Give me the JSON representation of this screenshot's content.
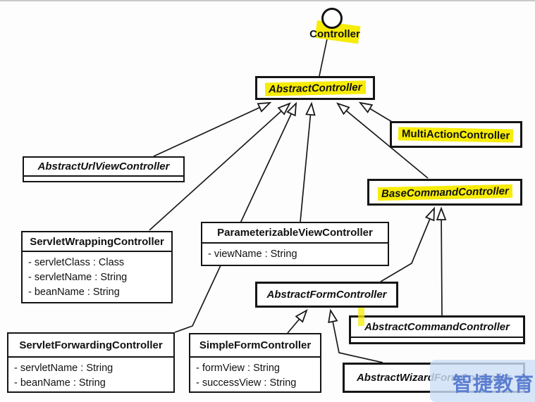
{
  "diagram": {
    "interface": {
      "name": "Controller"
    },
    "classes": {
      "abstract_controller": {
        "name": "AbstractController"
      },
      "multi_action_controller": {
        "name": "MultiActionController"
      },
      "abstract_url_view_controller": {
        "name": "AbstractUrlViewController"
      },
      "base_command_controller": {
        "name": "BaseCommandController"
      },
      "servlet_wrapping_controller": {
        "name": "ServletWrappingController",
        "attributes": [
          "- servletClass : Class",
          "- servletName : String",
          "- beanName : String"
        ]
      },
      "parameterizable_view_controller": {
        "name": "ParameterizableViewController",
        "attributes": [
          "- viewName : String"
        ]
      },
      "abstract_form_controller": {
        "name": "AbstractFormController"
      },
      "abstract_command_controller": {
        "name": "AbstractCommandController"
      },
      "servlet_forwarding_controller": {
        "name": "ServletForwardingController",
        "attributes": [
          "- servletName : String",
          "- beanName : String"
        ]
      },
      "simple_form_controller": {
        "name": "SimpleFormController",
        "attributes": [
          "- formView : String",
          "- successView : String"
        ]
      },
      "abstract_wizard_form_controller": {
        "name": "AbstractWizardFormController"
      }
    },
    "watermark": "智捷教育",
    "colors": {
      "highlight": "#f7ec07",
      "watermark_text": "#5b7ed0",
      "watermark_bg": "#cedff8",
      "line": "#1a1a1a"
    }
  }
}
